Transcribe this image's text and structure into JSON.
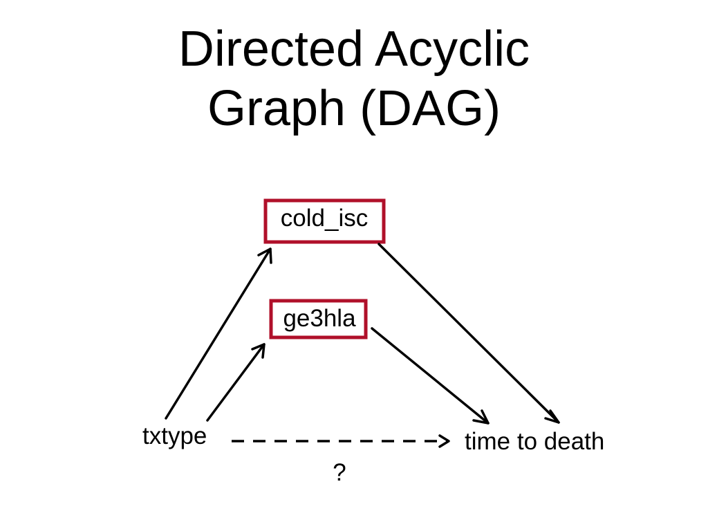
{
  "slide": {
    "title_line1": "Directed Acyclic",
    "title_line2": "Graph (DAG)"
  },
  "diagram": {
    "node_box_color": "#b0102a",
    "edge_color": "#000000",
    "nodes": [
      {
        "id": "cold_isc",
        "label": "cold_isc",
        "boxed": true
      },
      {
        "id": "ge3hla",
        "label": "ge3hla",
        "boxed": true
      },
      {
        "id": "txtype",
        "label": "txtype",
        "boxed": false
      },
      {
        "id": "time_to_death",
        "label": "time to death",
        "boxed": false
      }
    ],
    "edges": [
      {
        "from": "txtype",
        "to": "cold_isc",
        "style": "solid"
      },
      {
        "from": "txtype",
        "to": "ge3hla",
        "style": "solid"
      },
      {
        "from": "cold_isc",
        "to": "time_to_death",
        "style": "solid"
      },
      {
        "from": "ge3hla",
        "to": "time_to_death",
        "style": "solid"
      },
      {
        "from": "txtype",
        "to": "time_to_death",
        "style": "dashed",
        "label": "?"
      }
    ]
  }
}
